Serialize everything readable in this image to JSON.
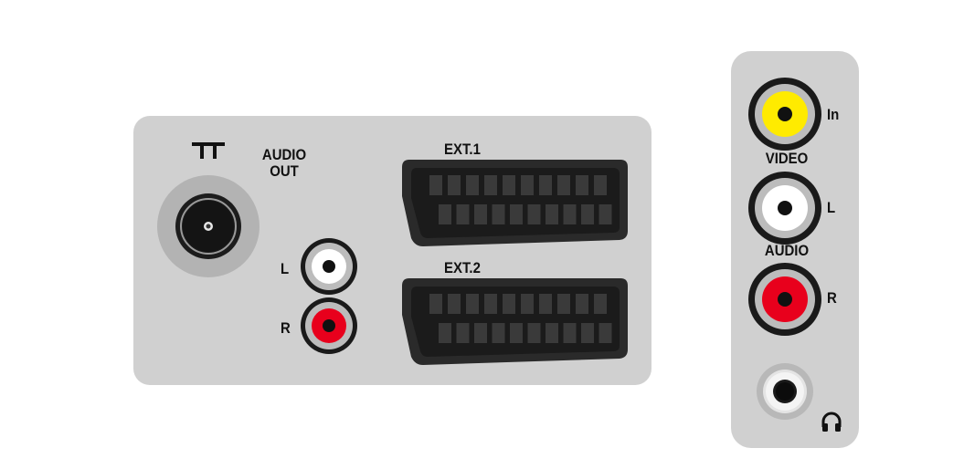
{
  "rear_panel": {
    "audio_out_label_line1": "AUDIO",
    "audio_out_label_line2": "OUT",
    "audio_left_label": "L",
    "audio_right_label": "R",
    "ext1_label": "EXT.1",
    "ext2_label": "EXT.2"
  },
  "side_panel": {
    "video_in_label": "In",
    "video_label": "VIDEO",
    "audio_left_label": "L",
    "audio_label": "AUDIO",
    "audio_right_label": "R"
  },
  "icons": {
    "antenna": "antenna-icon",
    "headphones": "headphones-icon"
  },
  "colors": {
    "panel": "#d0d0d0",
    "jack_yellow": "#ffeb00",
    "jack_white": "#ffffff",
    "jack_red": "#e8001c",
    "scart": "#2a2a2a"
  }
}
